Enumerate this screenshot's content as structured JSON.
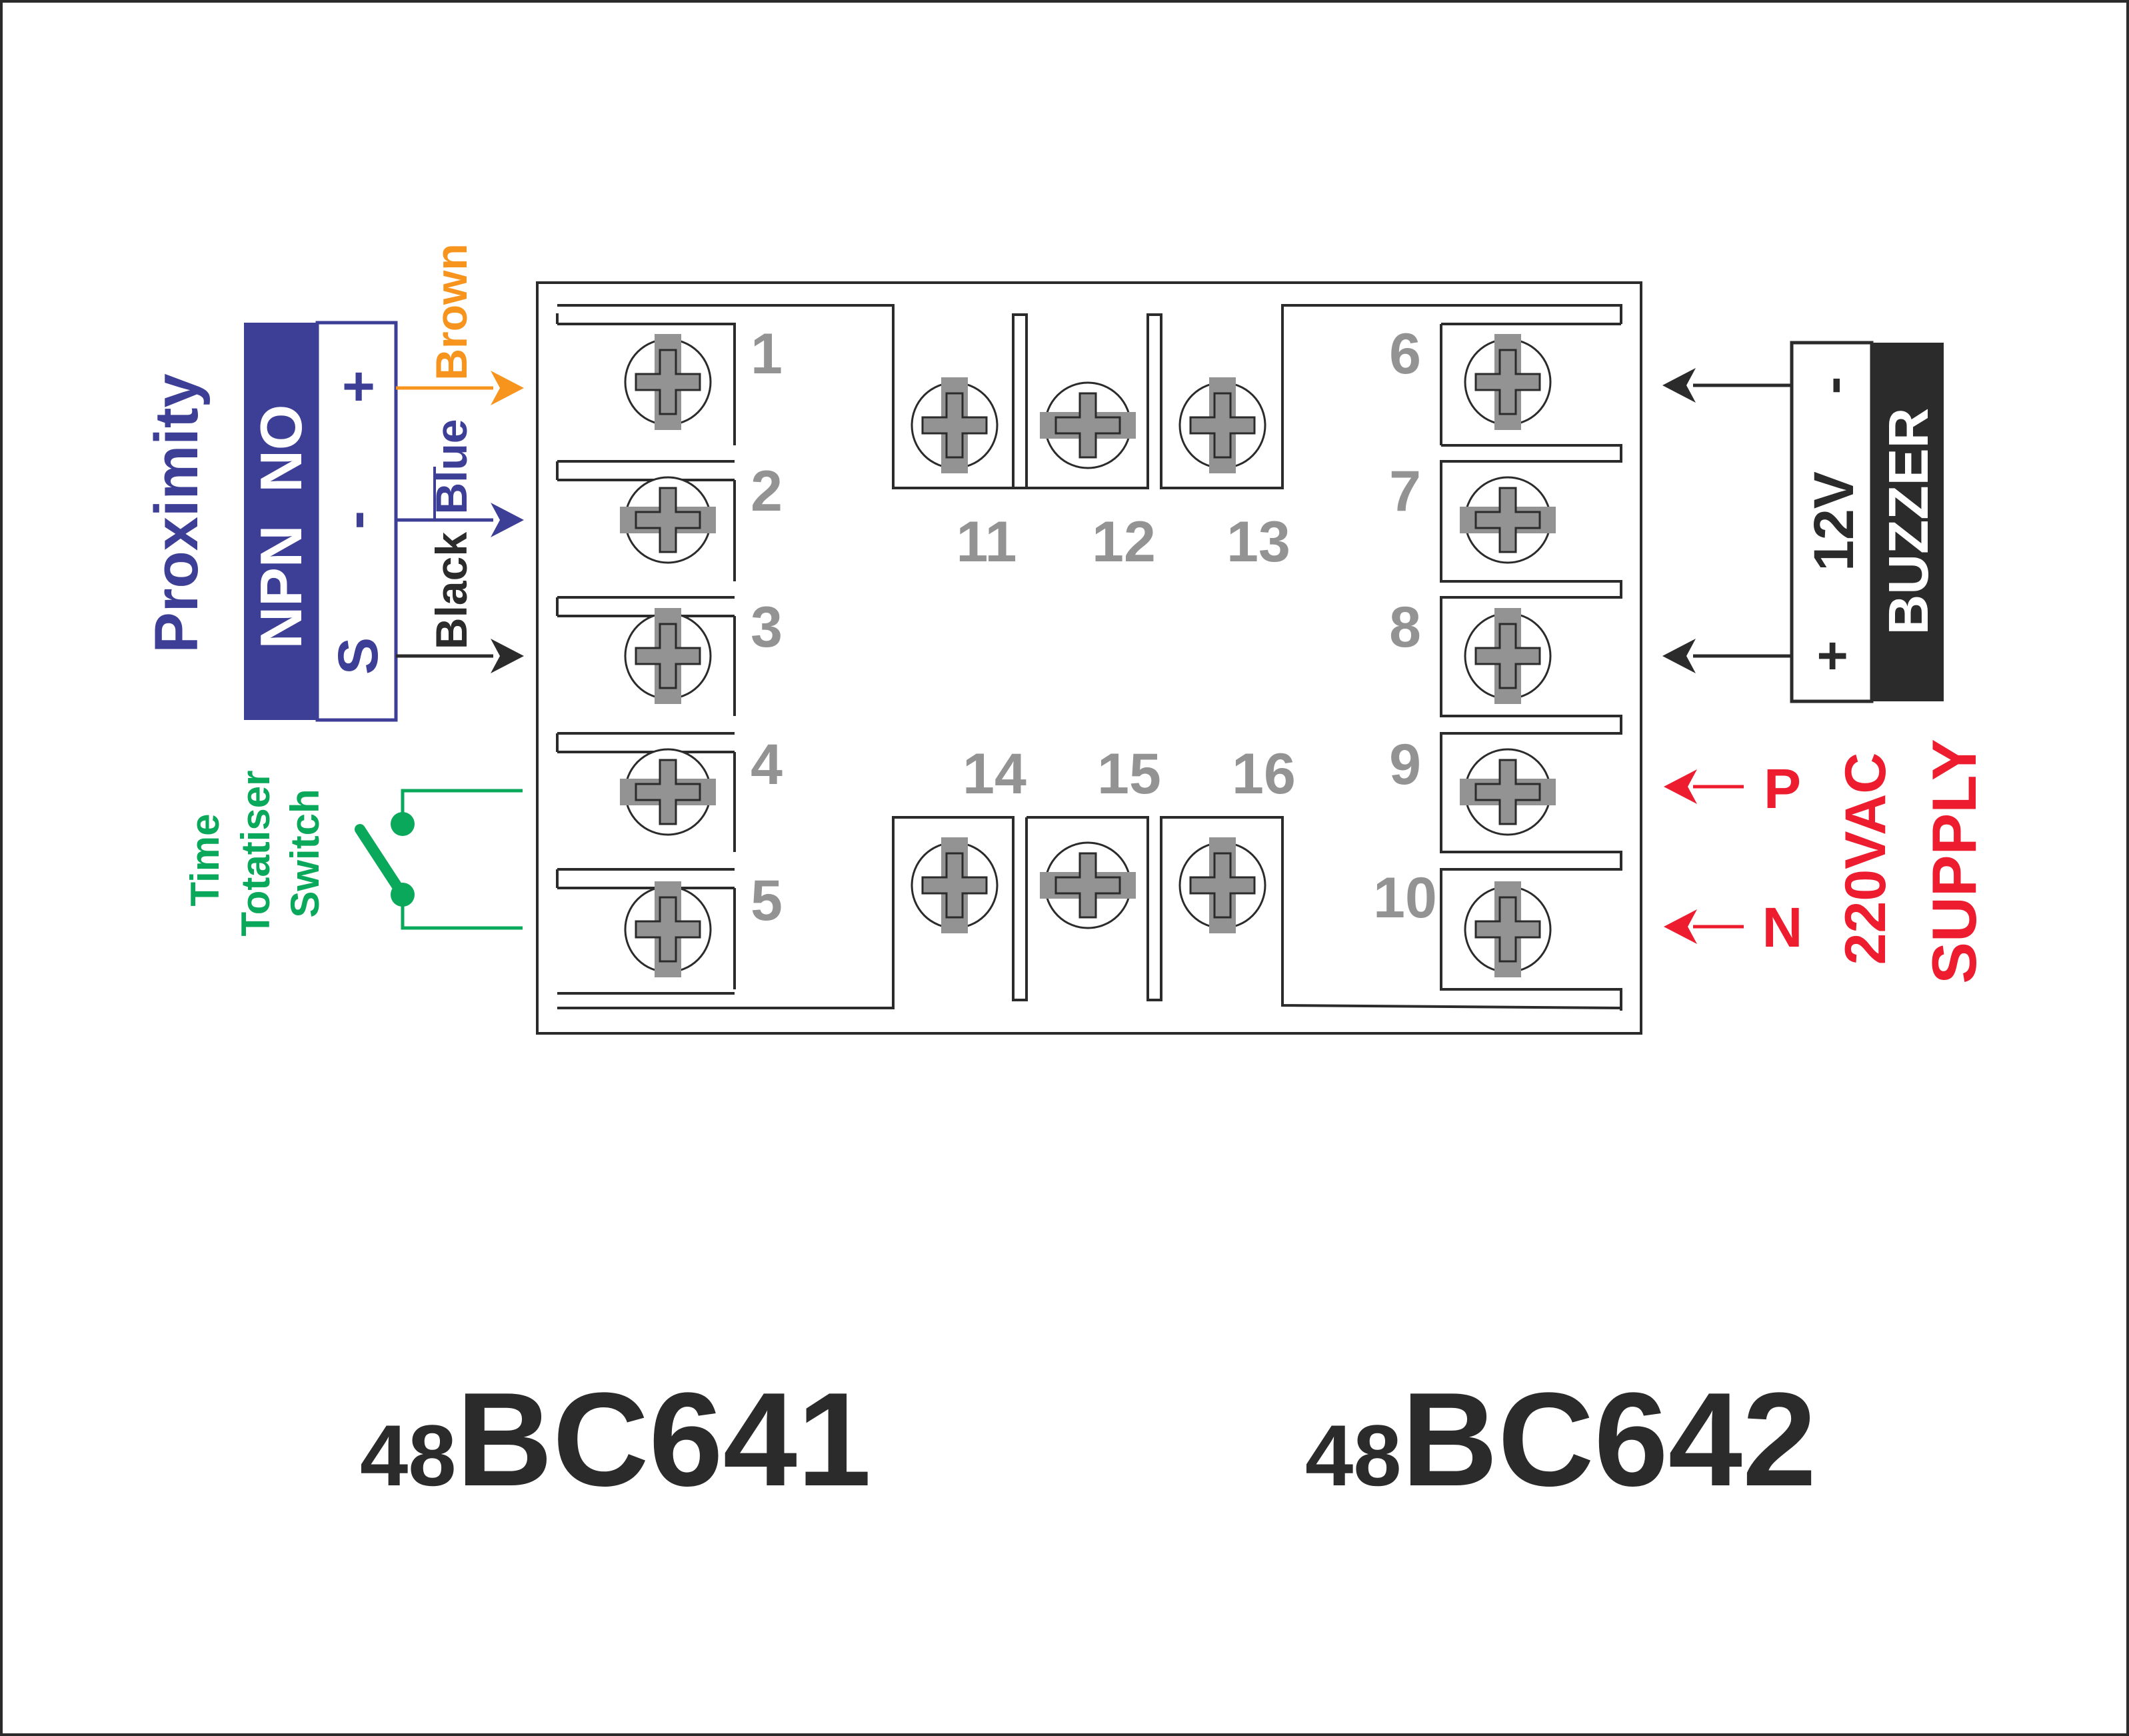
{
  "colors": {
    "navy": "#3d3f97",
    "gray": "#939393",
    "dark": "#2b2b2b",
    "orange": "#f7941d",
    "green": "#0aa85a",
    "red": "#ed1c2e"
  },
  "terminals": [
    "1",
    "2",
    "3",
    "4",
    "5",
    "6",
    "7",
    "8",
    "9",
    "10",
    "11",
    "12",
    "13",
    "14",
    "15",
    "16"
  ],
  "proximity": {
    "title": "Proximity",
    "type": "NPN  NO",
    "pin_s": "S",
    "pin_minus": "-",
    "pin_plus": "+",
    "wire_black": "Black",
    "wire_blue": "Blue",
    "wire_brown": "Brown"
  },
  "switch": {
    "line1": "Time",
    "line2": "Totatiser",
    "line3": "Switch"
  },
  "buzzer": {
    "label": "BUZZER",
    "voltage": "12V",
    "pin_plus": "+",
    "pin_minus": "-"
  },
  "supply": {
    "p": "P",
    "n": "N",
    "voltage": "220VAC",
    "label": "SUPPLY"
  },
  "models": [
    {
      "prefix": "48",
      "name": "BC641"
    },
    {
      "prefix": "48",
      "name": "BC642"
    }
  ]
}
